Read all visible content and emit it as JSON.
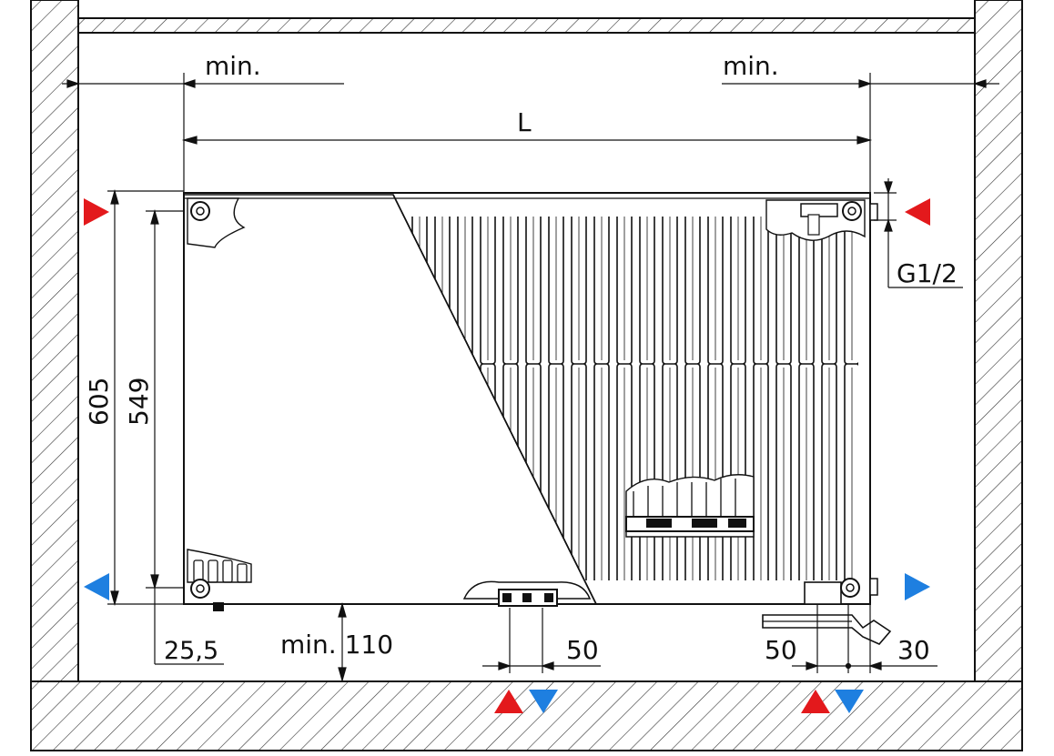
{
  "labels": {
    "min_left": "min.",
    "min_right": "min.",
    "length": "L",
    "connection_thread": "G1/2",
    "overall_height": "605",
    "hub_height": "549",
    "bottom_offset": "25,5",
    "floor_clearance": "min. 110",
    "bottom_connection_spacing": "50",
    "valve_distance_left": "50",
    "valve_distance_right": "30"
  },
  "colors": {
    "supply_arrow": "#e3191c",
    "return_arrow": "#1e7fe0",
    "line": "#111111",
    "wall_hatch": "#333333"
  },
  "icons": {
    "supply": "red-triangle-arrow",
    "return": "blue-triangle-arrow"
  }
}
